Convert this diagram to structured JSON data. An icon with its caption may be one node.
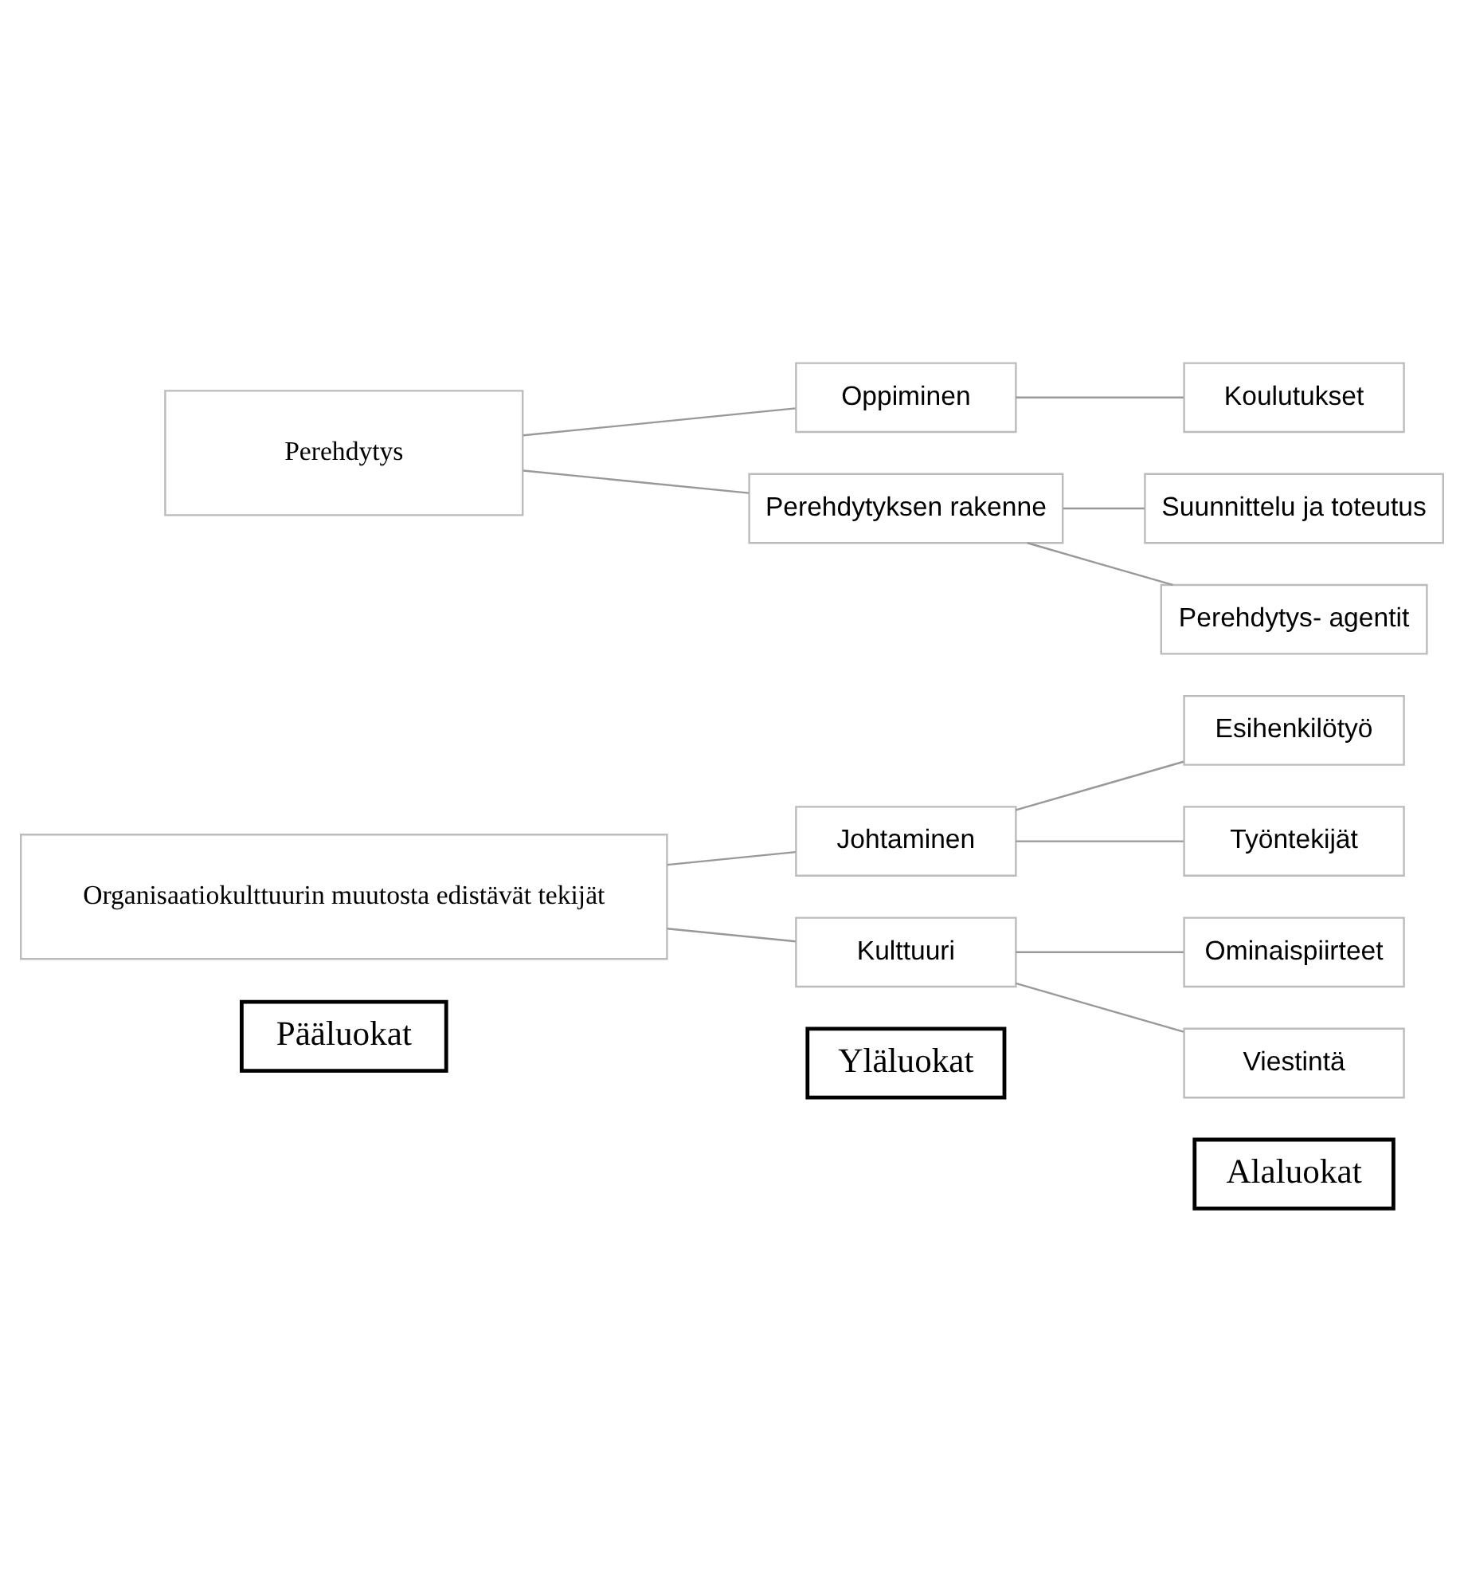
{
  "diagram": {
    "nodes": [
      {
        "text": [
          "Pääluokat"
        ]
      },
      {
        "text": [
          "Yläluokat"
        ]
      },
      {
        "text": [
          "Alaluokat"
        ]
      },
      {
        "text": [
          "Organisaatiokulttuurin muutosta edistävät tekijät"
        ]
      },
      {
        "text": [
          "Johtaminen"
        ]
      },
      {
        "text": [
          "Esihenkilötyö"
        ]
      },
      {
        "text": [
          "Työntekijät"
        ]
      },
      {
        "text": [
          "Kulttuuri"
        ]
      },
      {
        "text": [
          "Ominaispiirteet"
        ]
      },
      {
        "text": [
          "Viestintä"
        ]
      },
      {
        "text": [
          "Perehdytys"
        ]
      },
      {
        "text": [
          "Oppiminen"
        ]
      },
      {
        "text": [
          "Koulutukset"
        ]
      },
      {
        "text": [
          "Perehdytyksen rakenne"
        ]
      },
      {
        "text": [
          "Suunnittelu ja toteutus"
        ]
      },
      {
        "text": [
          "Perehdytys- agentit"
        ]
      }
    ],
    "edges": [
      {
        "from": 3,
        "to": 4,
        "arrow": "none"
      },
      {
        "from": 3,
        "to": 7,
        "arrow": "none"
      },
      {
        "from": 4,
        "to": 5,
        "arrow": "none"
      },
      {
        "from": 4,
        "to": 6,
        "arrow": "none"
      },
      {
        "from": 7,
        "to": 8,
        "arrow": "none"
      },
      {
        "from": 7,
        "to": 9,
        "arrow": "none"
      },
      {
        "from": 10,
        "to": 11,
        "arrow": "none"
      },
      {
        "from": 10,
        "to": 13,
        "arrow": "none"
      },
      {
        "from": 11,
        "to": 12,
        "arrow": "none"
      },
      {
        "from": 13,
        "to": 14,
        "arrow": "none"
      },
      {
        "from": 13,
        "to": 15,
        "arrow": "none"
      }
    ]
  }
}
